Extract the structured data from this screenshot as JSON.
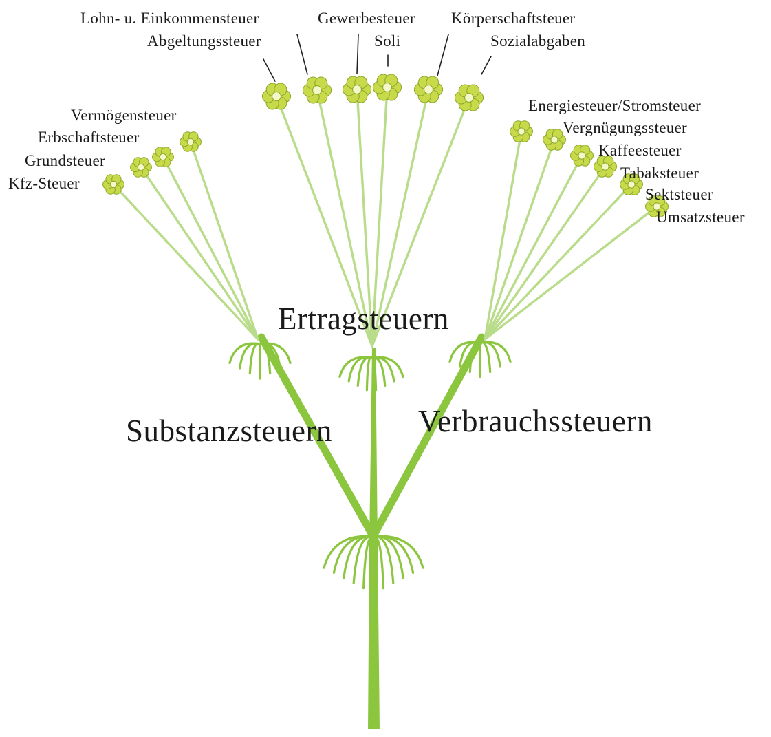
{
  "colors": {
    "stem": "#8cc63f",
    "stem_light": "#b9dc8a",
    "flower": "#c8d94a",
    "flower_center": "#f4f7c8",
    "flower_stroke": "#8aa82a",
    "text": "#1a1a1a"
  },
  "categories": {
    "substanz": "Substanzsteuern",
    "ertrag": "Ertragsteuern",
    "verbrauch": "Verbrauchssteuern"
  },
  "substanz_taxes": {
    "kfz": "Kfz-Steuer",
    "grund": "Grundsteuer",
    "erbschaft": "Erbschaftsteuer",
    "vermoegen": "Vermögensteuer"
  },
  "ertrag_taxes": {
    "lohn": "Lohn- u. Einkommensteuer",
    "abgeltung": "Abgeltungssteuer",
    "gewerbe": "Gewerbesteuer",
    "soli": "Soli",
    "koerperschaft": "Körperschaftsteuer",
    "sozial": "Sozialabgaben"
  },
  "verbrauch_taxes": {
    "energie": "Energiesteuer/Stromsteuer",
    "vergnuegung": "Vergnügungssteuer",
    "kaffee": "Kaffeesteuer",
    "tabak": "Tabaksteuer",
    "sekt": "Sektsteuer",
    "umsatz": "Umsatzsteuer"
  }
}
